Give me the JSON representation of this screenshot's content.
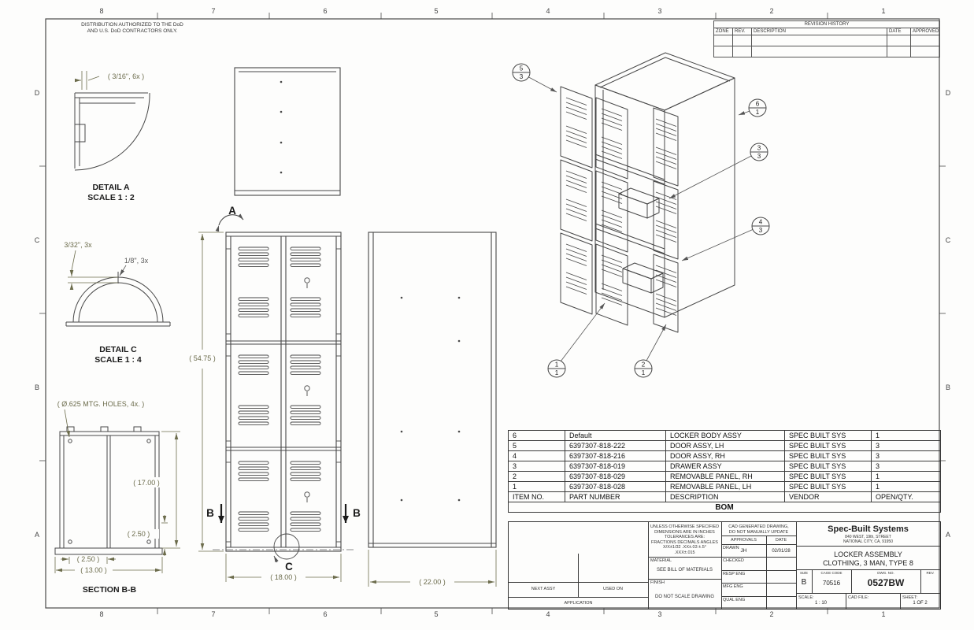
{
  "sheet": {
    "zone_cols": [
      "8",
      "7",
      "6",
      "5",
      "4",
      "3",
      "2",
      "1"
    ],
    "zone_rows": [
      "D",
      "C",
      "B",
      "A"
    ],
    "distribution_note": {
      "line1": "DISTRIBUTION AUTHORIZED TO THE DoD",
      "line2": "AND U.S. DoD CONTRACTORS ONLY."
    },
    "colors": {
      "line": "#474747",
      "dimension": "#6c6c4c"
    }
  },
  "views": {
    "detail_a": {
      "title": "DETAIL A",
      "scale": "SCALE 1 : 2",
      "dim_holes": "( 3/16\", 6x )"
    },
    "front_view": {
      "dim_height": "( 54.75 )",
      "dim_width": "( 18.00 )",
      "callout_a": "A",
      "callout_b_left": "B",
      "callout_b_right": "B",
      "callout_c": "C"
    },
    "side_view": {
      "dim_width": "( 22.00 )"
    },
    "detail_c": {
      "title": "DETAIL C",
      "scale": "SCALE 1 : 4",
      "dim_1": "3/32\", 3x",
      "dim_2": "1/8\", 3x"
    },
    "section_bb": {
      "title": "SECTION B-B",
      "dim_holes": "( Ø.625 MTG. HOLES, 4x. )",
      "dim_17": "( 17.00 )",
      "dim_2_50_v": "( 2.50 )",
      "dim_2_50_h": "( 2.50 )",
      "dim_13": "( 13.00 )"
    },
    "isometric": {
      "balloons": [
        {
          "item": "5",
          "qty": "3"
        },
        {
          "item": "6",
          "qty": "1"
        },
        {
          "item": "3",
          "qty": "3"
        },
        {
          "item": "4",
          "qty": "3"
        },
        {
          "item": "1",
          "qty": "1"
        },
        {
          "item": "2",
          "qty": "1"
        }
      ]
    }
  },
  "revision_table": {
    "title": "REVISION HISTORY",
    "headers": [
      "ZONE",
      "REV.",
      "DESCRIPTION",
      "DATE",
      "APPROVED"
    ]
  },
  "bom": {
    "title": "BOM",
    "headers": [
      "ITEM NO.",
      "PART NUMBER",
      "DESCRIPTION",
      "VENDOR",
      "OPEN/QTY."
    ],
    "rows": [
      {
        "item": "6",
        "part": "Default",
        "desc": "LOCKER BODY ASSY",
        "vendor": "SPEC BUILT SYS",
        "qty": "1"
      },
      {
        "item": "5",
        "part": "6397307-818-222",
        "desc": "DOOR ASSY, LH",
        "vendor": "SPEC BUILT SYS",
        "qty": "3"
      },
      {
        "item": "4",
        "part": "6397307-818-216",
        "desc": "DOOR ASSY, RH",
        "vendor": "SPEC BUILT SYS",
        "qty": "3"
      },
      {
        "item": "3",
        "part": "6397307-818-019",
        "desc": "DRAWER ASSY",
        "vendor": "SPEC BUILT SYS",
        "qty": "3"
      },
      {
        "item": "2",
        "part": "6397307-818-029",
        "desc": "REMOVABLE PANEL, RH",
        "vendor": "SPEC BUILT SYS",
        "qty": "1"
      },
      {
        "item": "1",
        "part": "6397307-818-028",
        "desc": "REMOVABLE PANEL, LH",
        "vendor": "SPEC BUILT SYS",
        "qty": "1"
      }
    ]
  },
  "title_block": {
    "tolerance_note": {
      "l1": "UNLESS OTHERWISE SPECIFIED",
      "l2": "DIMENSIONS ARE IN INCHES",
      "l3": "TOLERANCES ARE:",
      "l4": "FRACTIONS   DECIMALS   ANGLES",
      "l5": "X/X±1/32   .XX±.03   ±.5°",
      "l6": ".XXX±.015"
    },
    "cad_note": {
      "l1": "CAD GENERATED DRAWING,",
      "l2": "DO NOT MANUALLY UPDATE"
    },
    "approvals": {
      "header_left": "APPROVALS",
      "header_right": "DATE",
      "rows": [
        {
          "label": "DRAWN",
          "name": "JH",
          "date": "02/01/28"
        },
        {
          "label": "CHECKED",
          "name": "",
          "date": ""
        },
        {
          "label": "RESP ENG",
          "name": "",
          "date": ""
        },
        {
          "label": "MFG ENG",
          "name": "",
          "date": ""
        },
        {
          "label": "QUAL ENG",
          "name": "",
          "date": ""
        }
      ]
    },
    "material_label": "MATERIAL",
    "material_value": "SEE BILL OF MATERIALS",
    "finish_label": "FINISH",
    "do_not_scale": "DO NOT SCALE DRAWING",
    "next_assy": "NEXT ASSY",
    "used_on": "USED ON",
    "application": "APPLICATION",
    "company": "Spec-Built Systems",
    "address_l1": "840 WEST, 19th, STREET",
    "address_l2": "NATIONAL CITY, CA, 91950",
    "drawing_title_l1": "LOCKER ASSEMBLY",
    "drawing_title_l2": "CLOTHING, 3 MAN, TYPE 8",
    "size_label": "SIZE",
    "size_value": "B",
    "cage_label": "CAGE CODE",
    "cage_value": "70516",
    "dwg_label": "DWG. NO.",
    "dwg_value": "0527BW",
    "rev_label": "REV.",
    "scale_label": "SCALE:",
    "scale_value": "1 : 10",
    "cad_file_label": "CAD  FILE:",
    "sheet_label": "SHEET:",
    "sheet_value": "1  OF  2"
  }
}
